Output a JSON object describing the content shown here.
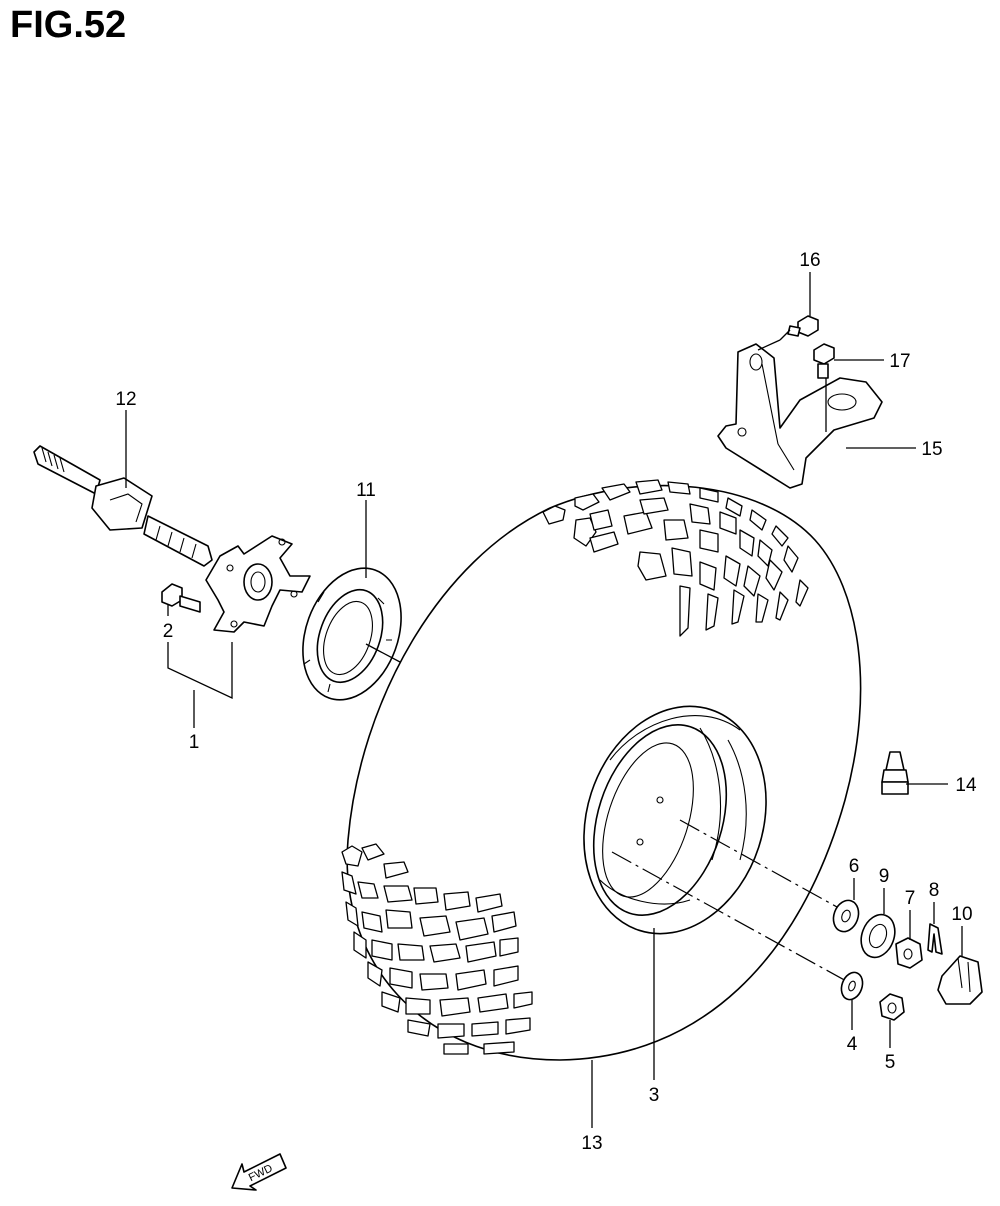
{
  "figure": {
    "title": "FIG.52"
  },
  "callouts": {
    "c1": "1",
    "c2": "2",
    "c3": "3",
    "c4": "4",
    "c5": "5",
    "c6": "6",
    "c7": "7",
    "c8": "8",
    "c9": "9",
    "c10": "10",
    "c11": "11",
    "c12": "12",
    "c13": "13",
    "c14": "14",
    "c15": "15",
    "c16": "16",
    "c17": "17"
  },
  "direction_arrow": {
    "label": "FWD",
    "icon": "fwd-arrow-icon"
  }
}
